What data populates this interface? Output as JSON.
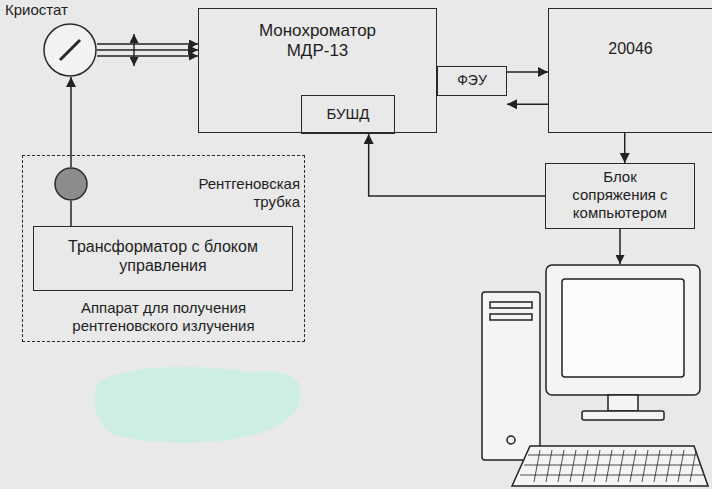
{
  "diagram": {
    "nodes": [
      {
        "text": [
          "Криостат"
        ]
      },
      {
        "text": [
          "Монохроматор МДР-13"
        ]
      },
      {
        "text": [
          "БУШД"
        ],
        "in": 1
      },
      {
        "text": [
          "ФЭУ"
        ]
      },
      {
        "text": [
          "20046"
        ]
      },
      {
        "text": [
          "Блок сопряжения с компьютером"
        ]
      },
      {
        "text": [
          "Аппарат для получения рентгеновского излучения"
        ]
      },
      {
        "text": [
          "Рентгеновская трубка"
        ],
        "in": 6
      },
      {
        "text": [
          "Трансформатор с блоком управления"
        ],
        "in": 6
      }
    ],
    "edges": [
      {
        "from": 0,
        "to": 1,
        "arrow": "to"
      },
      {
        "from": 3,
        "to": 4,
        "arrow": "to"
      },
      {
        "from": 4,
        "to": 3,
        "arrow": "to"
      },
      {
        "from": 4,
        "to": 5,
        "arrow": "to"
      },
      {
        "from": 5,
        "to": 2,
        "arrow": "to"
      },
      {
        "from": 7,
        "to": 0,
        "arrow": "to"
      },
      {
        "from": 7,
        "to": 8,
        "arrow": "none"
      }
    ]
  }
}
